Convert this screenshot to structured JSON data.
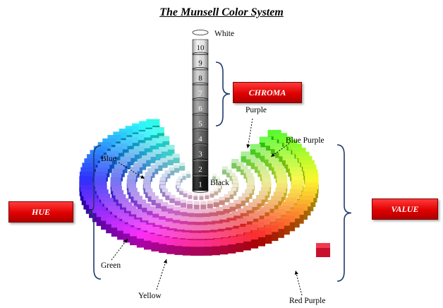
{
  "title": "The Munsell Color System",
  "value_scale": [
    "1",
    "2",
    "3",
    "4",
    "5",
    "6",
    "7",
    "8",
    "9",
    "10"
  ],
  "labels": {
    "white": "White",
    "black": "Black",
    "purple": "Purple",
    "blue_purple": "Blue Purple",
    "blue": "Blue",
    "green": "Green",
    "yellow": "Yellow",
    "red_purple": "Red Purple"
  },
  "tags": {
    "chroma": "CHROMA",
    "hue": "HUE",
    "value": "VALUE"
  },
  "colors": {
    "tag_red": "#e00000",
    "bracket": "#1f3a6e"
  }
}
